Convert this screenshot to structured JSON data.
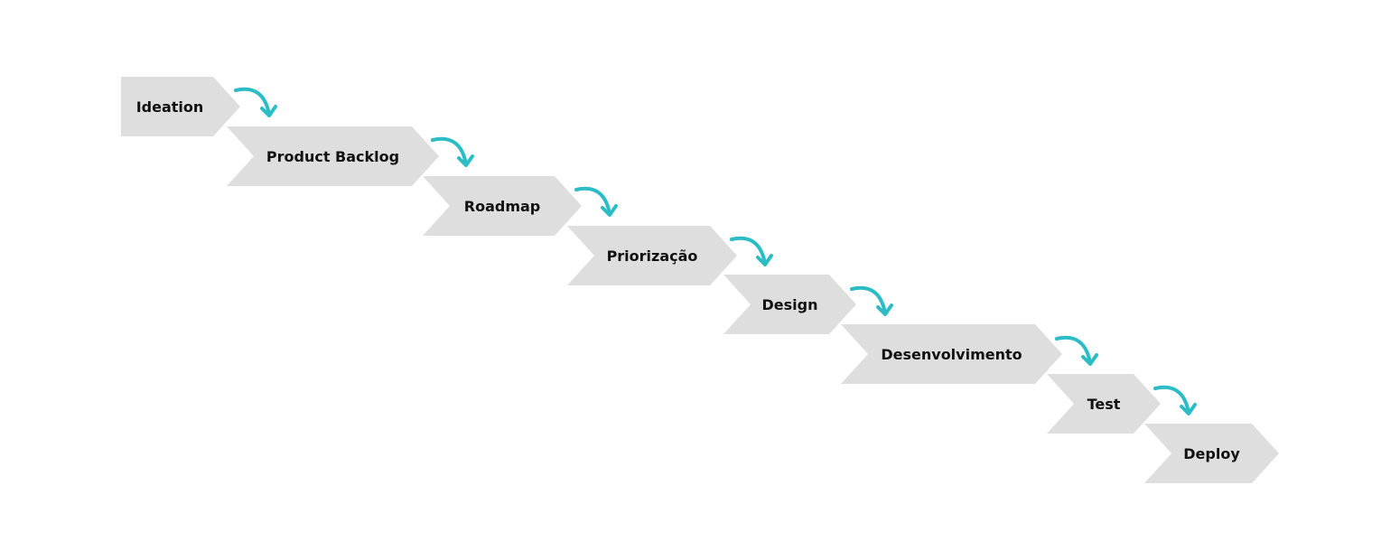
{
  "diagram": {
    "steps": [
      {
        "label": "Ideation"
      },
      {
        "label": "Product Backlog"
      },
      {
        "label": "Roadmap"
      },
      {
        "label": "Priorização"
      },
      {
        "label": "Design"
      },
      {
        "label": "Desenvolvimento"
      },
      {
        "label": "Test"
      },
      {
        "label": "Deploy"
      }
    ],
    "colors": {
      "step_fill": "#dedede",
      "step_text": "#111111",
      "arrow": "#2bbcc6",
      "background": "#ffffff"
    },
    "connector_icon": "curved-arrow-down-right-icon"
  }
}
